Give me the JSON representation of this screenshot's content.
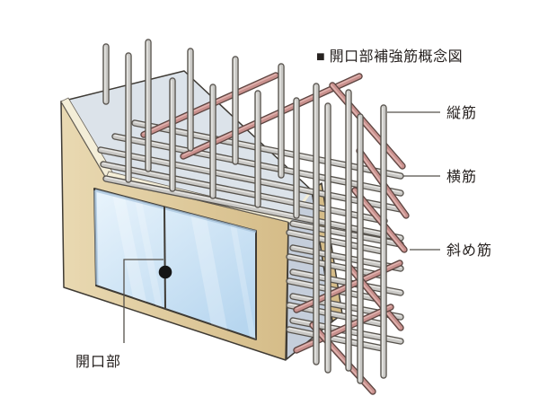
{
  "figure": {
    "title": "■ 開口部補強筋概念図",
    "labels": {
      "vertical_bar": "縦筋",
      "horizontal_bar": "横筋",
      "diagonal_bar": "斜め筋",
      "opening": "開口部"
    },
    "colors": {
      "wall_tan": "#d5bc88",
      "wall_tan_light": "#e9d9b2",
      "edge_cream": "#f4eed8",
      "top_gray": "#dce3ea",
      "end_gray": "#c5cedb",
      "window_blue_light": "#e9f4fc",
      "window_blue": "#b7d6ef",
      "rebar_gray": "#c9c8c5",
      "rebar_gray_dark": "#57534d",
      "rebar_gray_highlight": "#e6e5e2",
      "rebar_pink": "#c9908d",
      "rebar_pink_dark": "#5c4541",
      "rebar_pink_highlight": "#e0b3af",
      "outline": "#3e3a34",
      "text": "#272220",
      "lock_dot": "#151515"
    },
    "bars": {
      "horizontal": [
        [
          150,
          137,
          446,
          196
        ],
        [
          128,
          152,
          446,
          215
        ],
        [
          112,
          167,
          446,
          233
        ],
        [
          115,
          183,
          428,
          246
        ],
        [
          118,
          199,
          446,
          265
        ],
        [
          326,
          249,
          446,
          272
        ],
        [
          326,
          276,
          446,
          299
        ],
        [
          326,
          303,
          446,
          326
        ],
        [
          326,
          330,
          446,
          353
        ],
        [
          326,
          357,
          446,
          380
        ],
        [
          322,
          259,
          426,
          280
        ],
        [
          322,
          286,
          426,
          307
        ],
        [
          322,
          313,
          426,
          334
        ],
        [
          322,
          340,
          426,
          361
        ],
        [
          322,
          367,
          426,
          388
        ]
      ],
      "diagonal": [
        [
          160,
          150,
          307,
          84
        ],
        [
          204,
          174,
          400,
          85
        ],
        [
          370,
          95,
          448,
          185
        ],
        [
          400,
          168,
          452,
          240
        ],
        [
          395,
          212,
          450,
          278
        ],
        [
          330,
          345,
          445,
          293
        ],
        [
          388,
          296,
          446,
          365
        ],
        [
          330,
          390,
          435,
          342
        ],
        [
          348,
          362,
          415,
          436
        ]
      ],
      "vertical": [
        [
          118,
          52,
          118,
          113
        ],
        [
          143,
          62,
          143,
          200
        ],
        [
          165,
          47,
          165,
          188
        ],
        [
          192,
          90,
          192,
          210
        ],
        [
          212,
          57,
          212,
          165
        ],
        [
          237,
          97,
          237,
          218
        ],
        [
          262,
          66,
          262,
          180
        ],
        [
          287,
          104,
          287,
          228
        ],
        [
          313,
          74,
          313,
          195
        ],
        [
          330,
          112,
          330,
          240
        ],
        [
          352,
          96,
          352,
          403
        ],
        [
          365,
          118,
          365,
          412
        ],
        [
          388,
          103,
          388,
          410
        ],
        [
          401,
          130,
          401,
          424
        ],
        [
          427,
          120,
          427,
          418
        ]
      ]
    }
  }
}
